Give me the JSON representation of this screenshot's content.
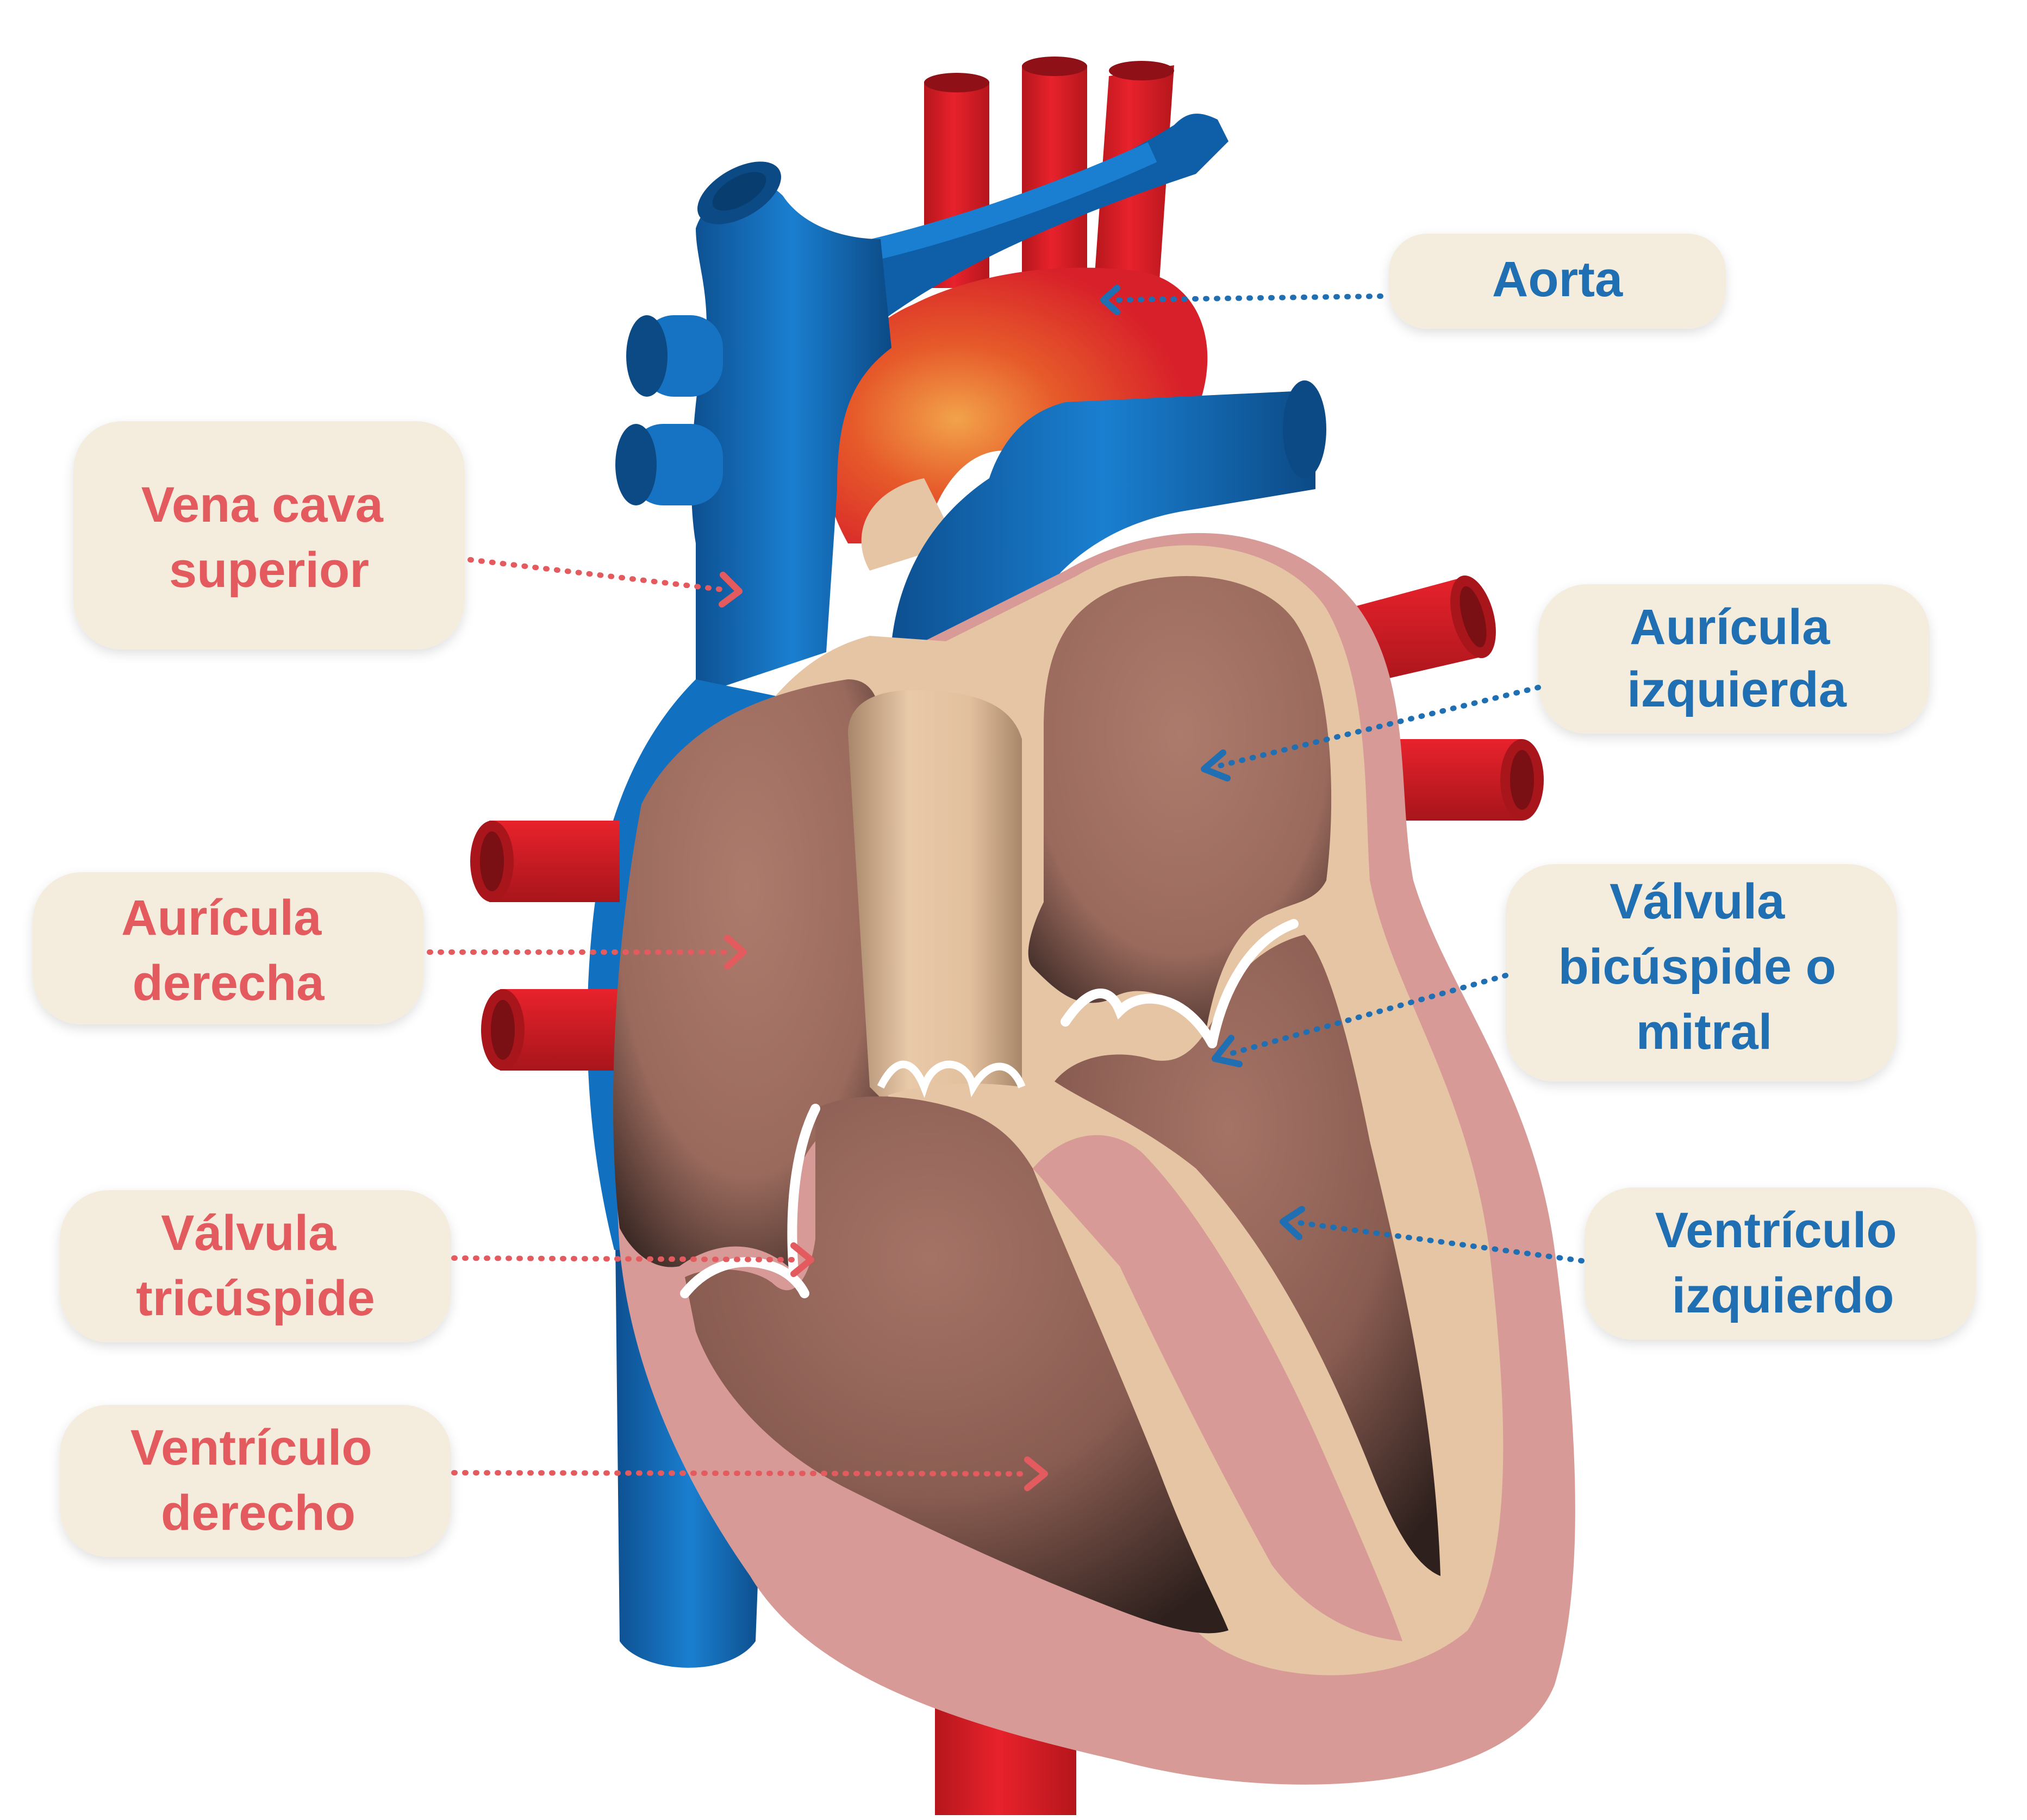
{
  "colors": {
    "left_label": "#e35b5e",
    "right_label": "#1f6fb2",
    "label_box": "#f4ecdc",
    "vein_blue": "#1673c3",
    "vein_dark": "#0c4f8f",
    "artery_red": "#e3202a",
    "artery_dark": "#a8151b",
    "chamber_brown": "#a77668",
    "chamber_dark": "#3c2a26",
    "wall_tan": "#e6c5a4",
    "myocardium_pink": "#d89a96"
  },
  "labels": {
    "aorta": {
      "lines": [
        "Aorta"
      ]
    },
    "vena_cava_superior": {
      "lines": [
        "Vena cava",
        "superior"
      ]
    },
    "auricula_izquierda": {
      "lines": [
        "Aurícula",
        "izquierda"
      ]
    },
    "auricula_derecha": {
      "lines": [
        "Aurícula",
        "derecha"
      ]
    },
    "valvula_mitral": {
      "lines": [
        "Válvula",
        "bicúspide o",
        "mitral"
      ]
    },
    "valvula_tricuspide": {
      "lines": [
        "Válvula",
        "tricúspide"
      ]
    },
    "ventriculo_izquierdo": {
      "lines": [
        "Ventrículo",
        "izquierdo"
      ]
    },
    "ventriculo_derecho": {
      "lines": [
        "Ventrículo",
        "derecho"
      ]
    }
  }
}
